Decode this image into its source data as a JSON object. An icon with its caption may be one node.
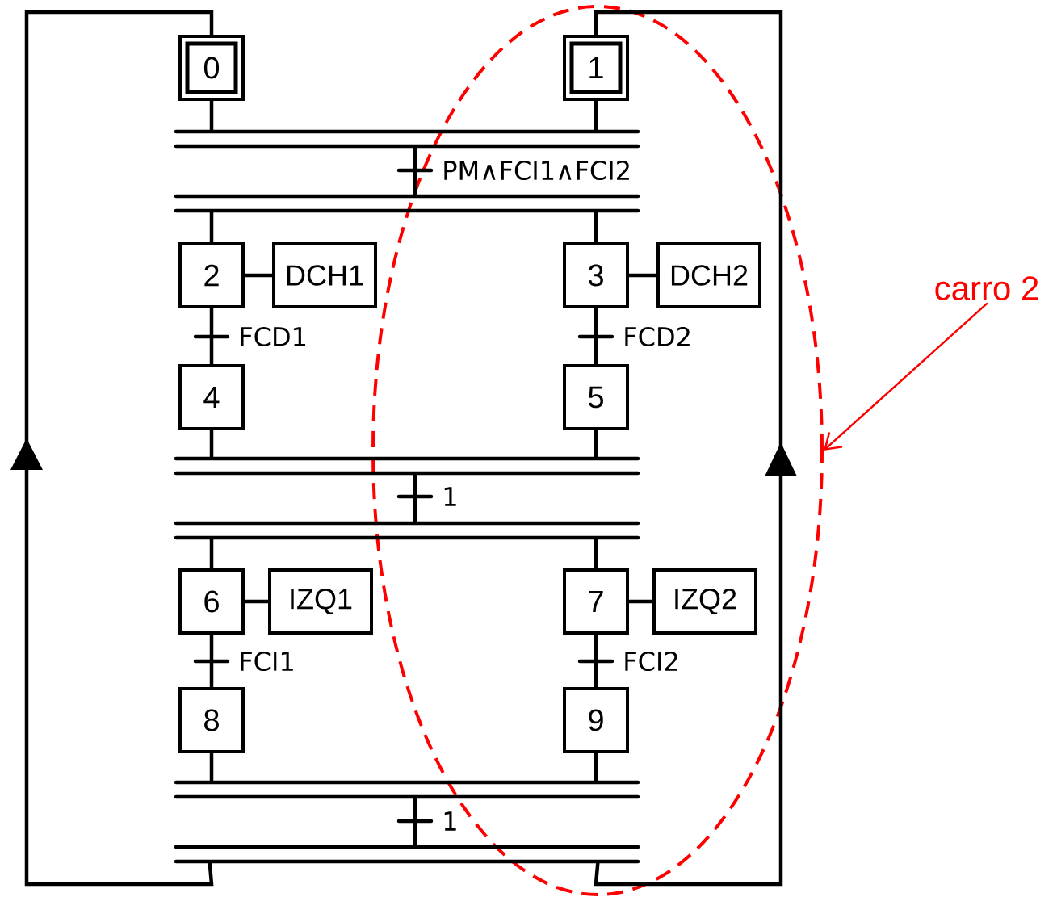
{
  "diagram": {
    "nodes": [
      {
        "text": [],
        "shape": "ellipse"
      },
      {
        "text": [
          "0"
        ]
      },
      {
        "text": [
          "1"
        ],
        "in": 0
      },
      {
        "text": [],
        "shape": "bar"
      },
      {
        "text": [],
        "shape": "bar"
      },
      {
        "text": [
          "2"
        ]
      },
      {
        "text": [
          "DCH1"
        ]
      },
      {
        "text": [
          "3"
        ],
        "in": 0
      },
      {
        "text": [
          "DCH2"
        ],
        "in": 0
      },
      {
        "text": [
          "4"
        ]
      },
      {
        "text": [
          "5"
        ],
        "in": 0
      },
      {
        "text": [],
        "shape": "bar"
      },
      {
        "text": [],
        "shape": "bar"
      },
      {
        "text": [
          "6"
        ]
      },
      {
        "text": [
          "IZQ1"
        ]
      },
      {
        "text": [
          "7"
        ],
        "in": 0
      },
      {
        "text": [
          "IZQ2"
        ],
        "in": 0
      },
      {
        "text": [
          "8"
        ]
      },
      {
        "text": [
          "9"
        ],
        "in": 0
      },
      {
        "text": [],
        "shape": "bar"
      },
      {
        "text": [],
        "shape": "bar"
      },
      {
        "text": [
          "carro 2"
        ]
      }
    ],
    "edges": [
      {
        "from": 1,
        "to": 3,
        "arrow": "none"
      },
      {
        "from": 2,
        "to": 3,
        "arrow": "none"
      },
      {
        "from": 3,
        "to": 4,
        "arrow": "none",
        "label": "PM∧FCI1∧FCI2"
      },
      {
        "from": 4,
        "to": 5,
        "arrow": "none"
      },
      {
        "from": 4,
        "to": 7,
        "arrow": "none"
      },
      {
        "from": 5,
        "to": 6,
        "arrow": "none"
      },
      {
        "from": 7,
        "to": 8,
        "arrow": "none"
      },
      {
        "from": 5,
        "to": 9,
        "arrow": "none",
        "label": "FCD1"
      },
      {
        "from": 7,
        "to": 10,
        "arrow": "none",
        "label": "FCD2"
      },
      {
        "from": 9,
        "to": 11,
        "arrow": "none"
      },
      {
        "from": 10,
        "to": 11,
        "arrow": "none"
      },
      {
        "from": 11,
        "to": 12,
        "arrow": "none",
        "label": "1"
      },
      {
        "from": 12,
        "to": 13,
        "arrow": "none"
      },
      {
        "from": 12,
        "to": 15,
        "arrow": "none"
      },
      {
        "from": 13,
        "to": 14,
        "arrow": "none"
      },
      {
        "from": 15,
        "to": 16,
        "arrow": "none"
      },
      {
        "from": 13,
        "to": 17,
        "arrow": "none",
        "label": "FCI1"
      },
      {
        "from": 15,
        "to": 18,
        "arrow": "none",
        "label": "FCI2"
      },
      {
        "from": 17,
        "to": 19,
        "arrow": "none"
      },
      {
        "from": 18,
        "to": 19,
        "arrow": "none"
      },
      {
        "from": 19,
        "to": 20,
        "arrow": "none",
        "label": "1"
      },
      {
        "from": 20,
        "to": 1,
        "arrow": "to"
      },
      {
        "from": 20,
        "to": 2,
        "arrow": "to"
      },
      {
        "from": 21,
        "to": 0,
        "arrow": "to",
        "color": "#ff0000"
      }
    ]
  }
}
